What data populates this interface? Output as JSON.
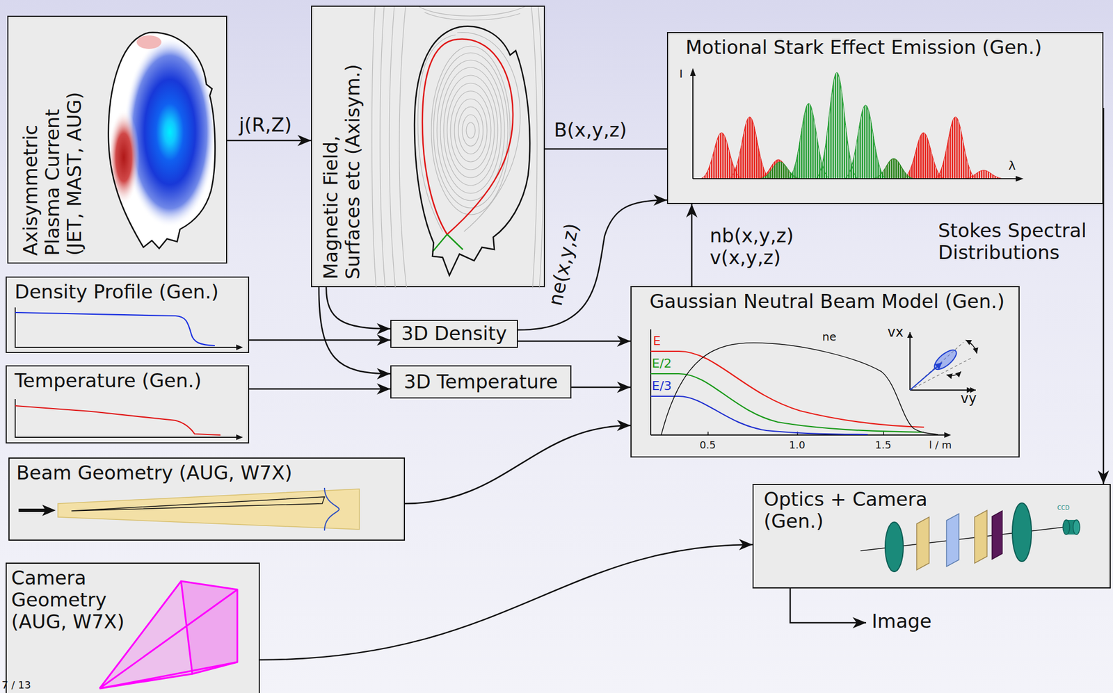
{
  "diagram": {
    "nodes": [
      {
        "text": [
          "Axisymmetric Plasma Current",
          "(JET, MAST, AUG)"
        ]
      },
      {
        "text": [
          "Magnetic Field, Surfaces etc (Axisym.)"
        ]
      },
      {
        "text": [
          "Motional Stark Effect Emission (Gen.)"
        ]
      },
      {
        "text": [
          "Density Profile (Gen.)"
        ]
      },
      {
        "text": [
          "Temperature (Gen.)"
        ]
      },
      {
        "text": [
          "3D Density"
        ]
      },
      {
        "text": [
          "3D Temperature"
        ]
      },
      {
        "text": [
          "Gaussian Neutral Beam Model (Gen.)"
        ]
      },
      {
        "text": [
          "Beam Geometry (AUG, W7X)"
        ]
      },
      {
        "text": [
          "Camera Geometry (AUG, W7X)"
        ]
      },
      {
        "text": [
          "Optics + Camera (Gen.)"
        ]
      }
    ],
    "edges": [
      {
        "from": 0,
        "to": 1,
        "label": "j(R,Z)",
        "arrow": "to"
      },
      {
        "from": 1,
        "to": 2,
        "label": "B(x,y,z)",
        "arrow": "none"
      },
      {
        "from": 5,
        "to": 2,
        "label": "ne(x,y,z)",
        "arrow": "to"
      },
      {
        "from": 7,
        "to": 2,
        "label": "nb(x,y,z) v(x,y,z)",
        "arrow": "to"
      },
      {
        "from": 1,
        "to": 5,
        "arrow": "to"
      },
      {
        "from": 1,
        "to": 6,
        "arrow": "to"
      },
      {
        "from": 3,
        "to": 5,
        "arrow": "to"
      },
      {
        "from": 4,
        "to": 6,
        "arrow": "to"
      },
      {
        "from": 5,
        "to": 7,
        "arrow": "to"
      },
      {
        "from": 6,
        "to": 7,
        "arrow": "to"
      },
      {
        "from": 8,
        "to": 7,
        "arrow": "to"
      },
      {
        "from": 2,
        "to": 10,
        "label": "Stokes Spectral Distributions",
        "arrow": "to"
      },
      {
        "from": 9,
        "to": 10,
        "arrow": "to"
      }
    ],
    "labels": [
      "I",
      "λ",
      "E",
      "E/2",
      "E/3",
      "ne",
      "vx",
      "vy",
      "0.5",
      "1.0",
      "1.5",
      "l / m",
      "CCD",
      "Image",
      "7 / 13"
    ]
  }
}
